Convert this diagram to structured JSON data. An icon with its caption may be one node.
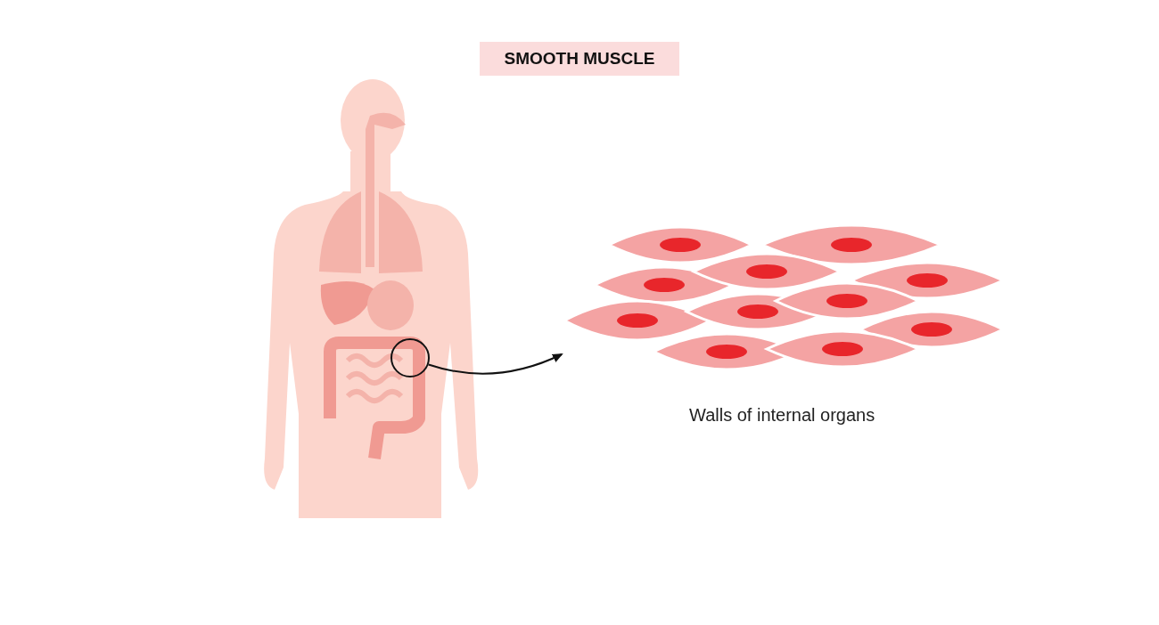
{
  "diagram": {
    "title": "SMOOTH MUSCLE",
    "nodes": [
      {
        "text": [],
        "shape": "picture"
      },
      {
        "text": [],
        "shape": "circle",
        "in": 0
      },
      {
        "text": [],
        "shape": "picture",
        "beside": [
          "Walls of internal organs"
        ]
      }
    ],
    "edges": [
      {
        "from": 1,
        "to": 2,
        "arrow": "to"
      }
    ]
  }
}
